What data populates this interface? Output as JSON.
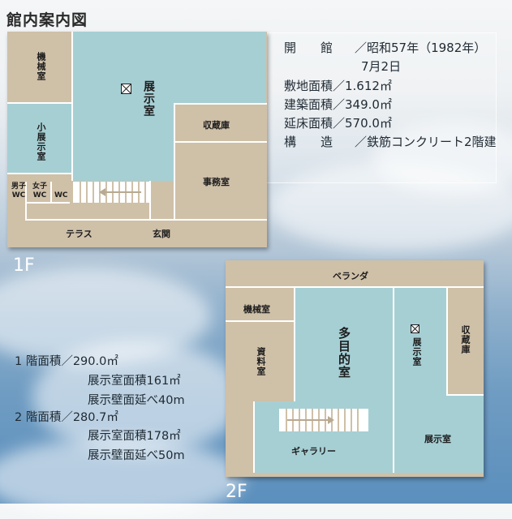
{
  "title": "館内案内図",
  "info": {
    "opening_label": "開　　館",
    "opening_value": "／昭和57年（1982年）",
    "opening_date": "7月2日",
    "site_area": "敷地面積／1.612㎡",
    "building_area": "建築面積／349.0㎡",
    "floor_area": "延床面積／570.0㎡",
    "structure_label": "構　　造",
    "structure_value": "／鉄筋コンクリート2階建"
  },
  "floor1": {
    "label": "1F",
    "rooms": {
      "machine": "機械室",
      "exhibition": "展示室",
      "storage": "収蔵庫",
      "small_exhibition": "小展示室",
      "office": "事務室",
      "men_wc": "男子WC",
      "women_wc": "女子WC",
      "wc": "WC",
      "terrace": "テラス",
      "entrance": "玄関"
    }
  },
  "floor2": {
    "label": "2F",
    "rooms": {
      "veranda": "ベランダ",
      "machine": "機械室",
      "multipurpose": "多目的室",
      "exhibition_small": "展示室",
      "storage": "収蔵庫",
      "archive": "資料室",
      "gallery": "ギャラリー",
      "exhibition": "展示室"
    }
  },
  "stats": {
    "f1_area": "1 階面積／290.0㎡",
    "f1_exhibit_area": "展示室面積161㎡",
    "f1_wall": "展示壁面延べ40m",
    "f2_area": "2 階面積／280.7㎡",
    "f2_exhibit_area": "展示室面積178㎡",
    "f2_wall": "展示壁面延べ50m"
  }
}
